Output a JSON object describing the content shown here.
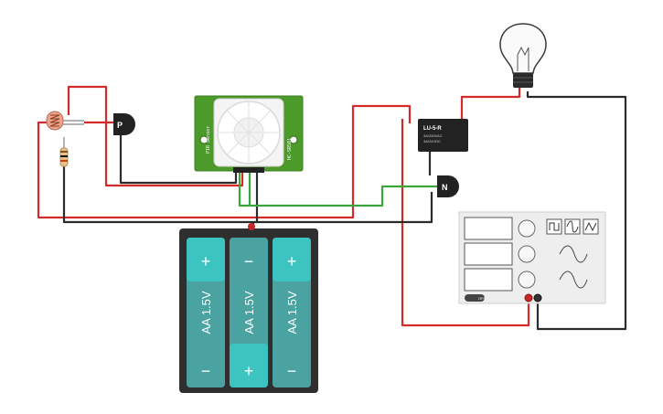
{
  "components": {
    "battery_pack": {
      "cells": [
        {
          "label": "AA 1.5V",
          "top_sign": "+",
          "bottom_sign": "−"
        },
        {
          "label": "AA 1.5V",
          "top_sign": "−",
          "bottom_sign": "+"
        },
        {
          "label": "AA 1.5V",
          "top_sign": "+",
          "bottom_sign": "−"
        }
      ]
    },
    "pnp_transistor": {
      "label": "P"
    },
    "npn_transistor": {
      "label": "N"
    },
    "relay": {
      "title": "LU-5-R",
      "spec_1": "3A/250VAC",
      "spec_2": "3A/24VDC"
    },
    "pir_sensor": {
      "side_text_1": "HC-SR501",
      "side_text_2": "PIR Sensor"
    },
    "function_generator": {
      "power_label": "OFF"
    }
  },
  "colors": {
    "wire_red": "#d42a2a",
    "wire_black": "#2b2b2b",
    "wire_green": "#3aa53a",
    "battery_body": "#2f2f2f",
    "battery_cell": "#4aa3a0",
    "battery_cell_end": "#3cc4c0",
    "pcb_green": "#4c9a2a",
    "panel_grey": "#eeeeee"
  }
}
